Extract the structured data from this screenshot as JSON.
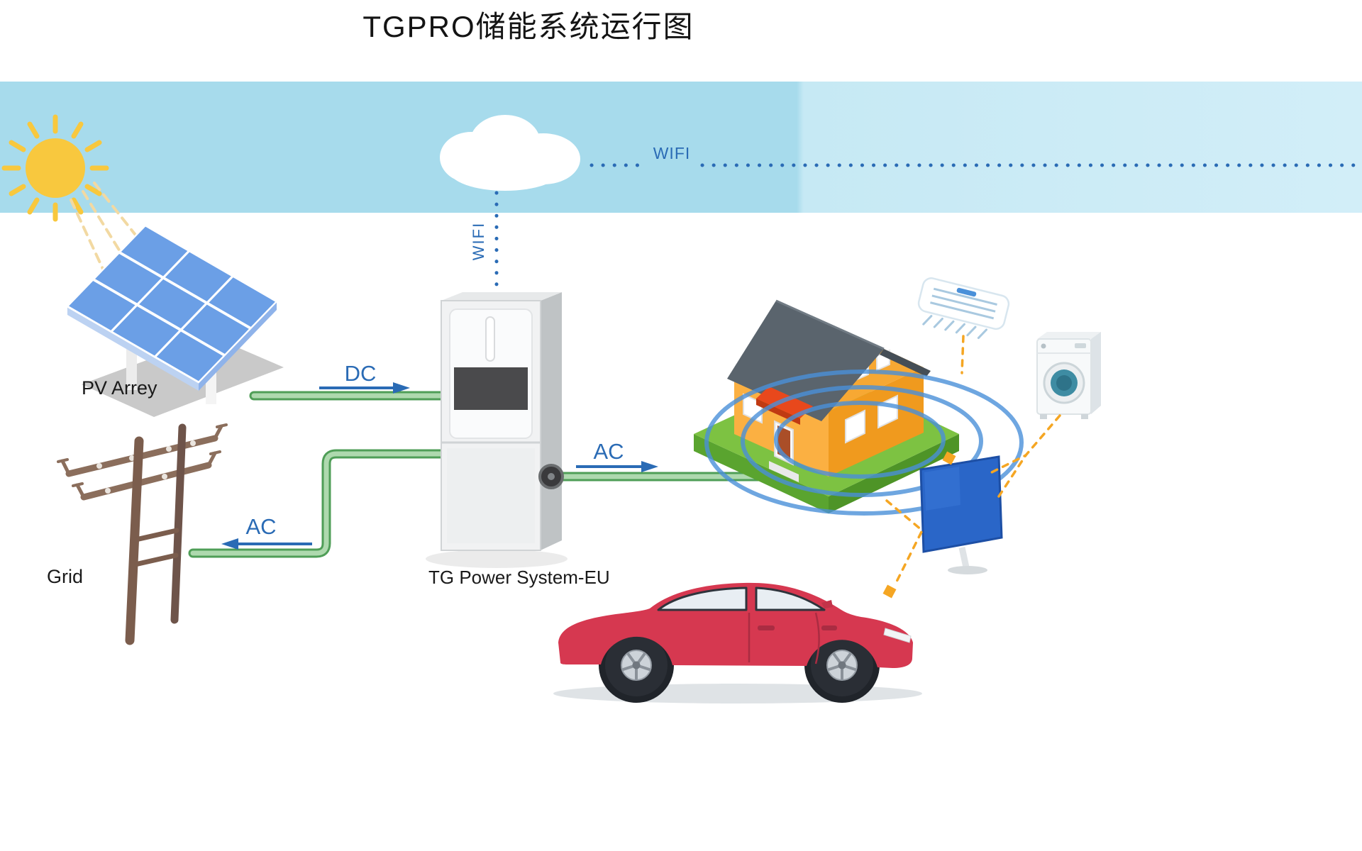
{
  "title": "TGPRO储能系统运行图",
  "nodes": {
    "pv_label": "PV Arrey",
    "grid_label": "Grid",
    "power_label": "TG Power System-EU"
  },
  "flows": {
    "dc_label": "DC",
    "ac_house_label": "AC",
    "ac_grid_label": "AC"
  },
  "wifi": {
    "horizontal_label": "WIFI",
    "vertical_label": "WIFI"
  },
  "colors": {
    "sky_left": "#a7dbec",
    "sky_right": "#cdecf7",
    "sun_yellow": "#f8c83e",
    "wifi_blue": "#2a6bb5",
    "line_green_dark": "#4f9e57",
    "line_green_light": "#aed9ae",
    "panel_blue": "#6b9fe6",
    "pole_brown": "#7b5d4d",
    "cabinet_gray": "#f1f2f3",
    "house_orange": "#f7a833",
    "roof_gray": "#5a646d",
    "grass_green": "#7dc242",
    "ripple_blue": "#4a90d9",
    "appliance_dash_orange": "#f5a623",
    "tv_blue": "#2a66c8",
    "washer_teal": "#3e8ca3",
    "car_red": "#d63850"
  },
  "icons": {
    "sun": "sun-icon",
    "cloud": "cloud-icon",
    "solar_panel": "solar-panel-icon",
    "power_pole": "power-pole-icon",
    "battery_cabinet": "battery-cabinet-icon",
    "house": "house-icon",
    "wifi_ripples": "wifi-ripples-icon",
    "air_conditioner": "air-conditioner-icon",
    "washing_machine": "washing-machine-icon",
    "tv": "tv-icon",
    "car": "car-icon"
  }
}
